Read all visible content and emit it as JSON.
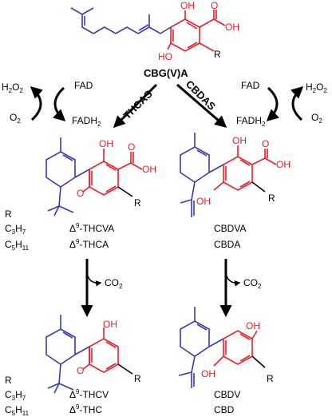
{
  "colors": {
    "terpene_blue": "#3a3ab0",
    "acid_red": "#e8202a",
    "ink": "#000000"
  },
  "top": {
    "compound_name": "CBG(V)A",
    "r_label": "R",
    "oh_top": "OH",
    "oh_bottom": "HO",
    "acid_o": "O",
    "acid_oh": "OH"
  },
  "left_cofactor": {
    "fad": "FAD",
    "fadh2": "FADH",
    "fadh2_sub": "2",
    "h2o2": "H",
    "h2o2_sub1": "2",
    "h2o2_o": "O",
    "h2o2_sub2": "2",
    "o2": "O",
    "o2_sub": "2"
  },
  "right_cofactor": {
    "fad": "FAD",
    "fadh2": "FADH",
    "fadh2_sub": "2",
    "h2o2": "H",
    "h2o2_sub1": "2",
    "h2o2_o": "O",
    "h2o2_sub2": "2",
    "o2": "O",
    "o2_sub": "2"
  },
  "enzymes": {
    "left": "THCAS",
    "right": "CBDAS"
  },
  "middle": {
    "oh": "OH",
    "o_acid": "O",
    "oh_acid": "OH",
    "r": "R",
    "ring_o": "O",
    "cbda_oh_left": "OH",
    "cbda_oh_top": "OH",
    "cbda_o_acid": "O",
    "cbda_oh_acid": "OH",
    "cbda_r": "R"
  },
  "bottom": {
    "oh": "OH",
    "r": "R",
    "ring_o": "O",
    "cbd_oh_left": "OH",
    "cbd_oh_top": "OH",
    "cbd_r": "R"
  },
  "co2": {
    "left": "CO",
    "left_sub": "2",
    "right": "CO",
    "right_sub": "2"
  },
  "table_mid": {
    "r_header": "R",
    "c3h7_c": "C",
    "c3h7_3": "3",
    "c3h7_h": "H",
    "c3h7_7": "7",
    "c5h11_c": "C",
    "c5h11_5": "5",
    "c5h11_h": "H",
    "c5h11_11": "11",
    "delta": "Δ",
    "nine": "9",
    "thcva": "-THCVA",
    "thca": "-THCA",
    "cbdva": "CBDVA",
    "cbda": "CBDA"
  },
  "table_bottom": {
    "r_header": "R",
    "c3h7_c": "C",
    "c3h7_3": "3",
    "c3h7_h": "H",
    "c3h7_7": "7",
    "c5h11_c": "C",
    "c5h11_5": "5",
    "c5h11_h": "H",
    "c5h11_11": "11",
    "delta": "Δ",
    "nine": "9",
    "thcv": "-THCV",
    "thc": "-THC",
    "cbdv": "CBDV",
    "cbd": "CBD"
  }
}
